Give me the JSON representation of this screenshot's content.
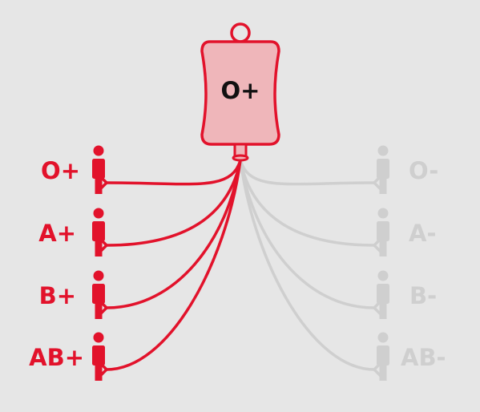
{
  "bag": {
    "label": "O+",
    "fill_color": "#efb6ba",
    "stroke_color": "#e2122b"
  },
  "colors": {
    "compatible": "#e2122b",
    "incompatible": "#cfcfcf",
    "background": "#e6e6e6",
    "bag_text": "#111111"
  },
  "recipients_compatible": [
    {
      "label": "O+",
      "compatible": true
    },
    {
      "label": "A+",
      "compatible": true
    },
    {
      "label": "B+",
      "compatible": true
    },
    {
      "label": "AB+",
      "compatible": true
    }
  ],
  "recipients_incompatible": [
    {
      "label": "O-",
      "compatible": false
    },
    {
      "label": "A-",
      "compatible": false
    },
    {
      "label": "B-",
      "compatible": false
    },
    {
      "label": "AB-",
      "compatible": false
    }
  ]
}
